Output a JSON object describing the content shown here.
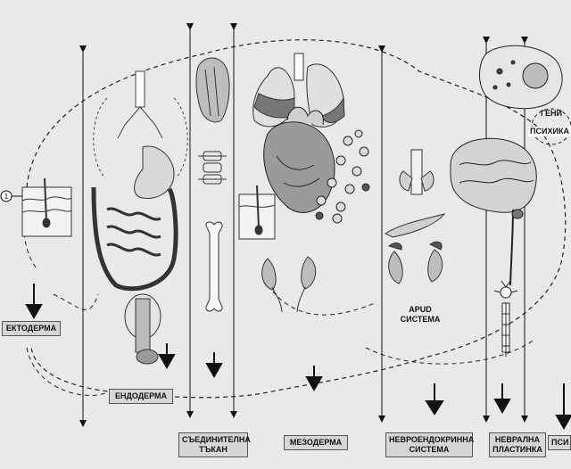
{
  "labels": {
    "ectoderm": "ЕКТОДЕРМА",
    "endoderm": "ЕНДОДЕРМА",
    "connective_line1": "СЪЕДИНИТЕЛНА",
    "connective_line2": "ТЪКАН",
    "mesoderm": "МЕЗОДЕРМА",
    "neuroendocrine_line1": "НЕВРОЕНДОКРИННА",
    "neuroendocrine_line2": "СИСТЕМА",
    "neural_line1": "НЕВРАЛНА",
    "neural_line2": "ПЛАСТИНКА",
    "psy_cut": "ПСИ",
    "apud_line1": "APUD",
    "apud_line2": "СИСТЕМА",
    "genes": "ГЕНИ",
    "psychic": "ПСИХИКА",
    "marker": "1"
  },
  "colors": {
    "background": "#e9e9e7",
    "ink": "#111111",
    "label_fill": "#d6d6d4"
  }
}
